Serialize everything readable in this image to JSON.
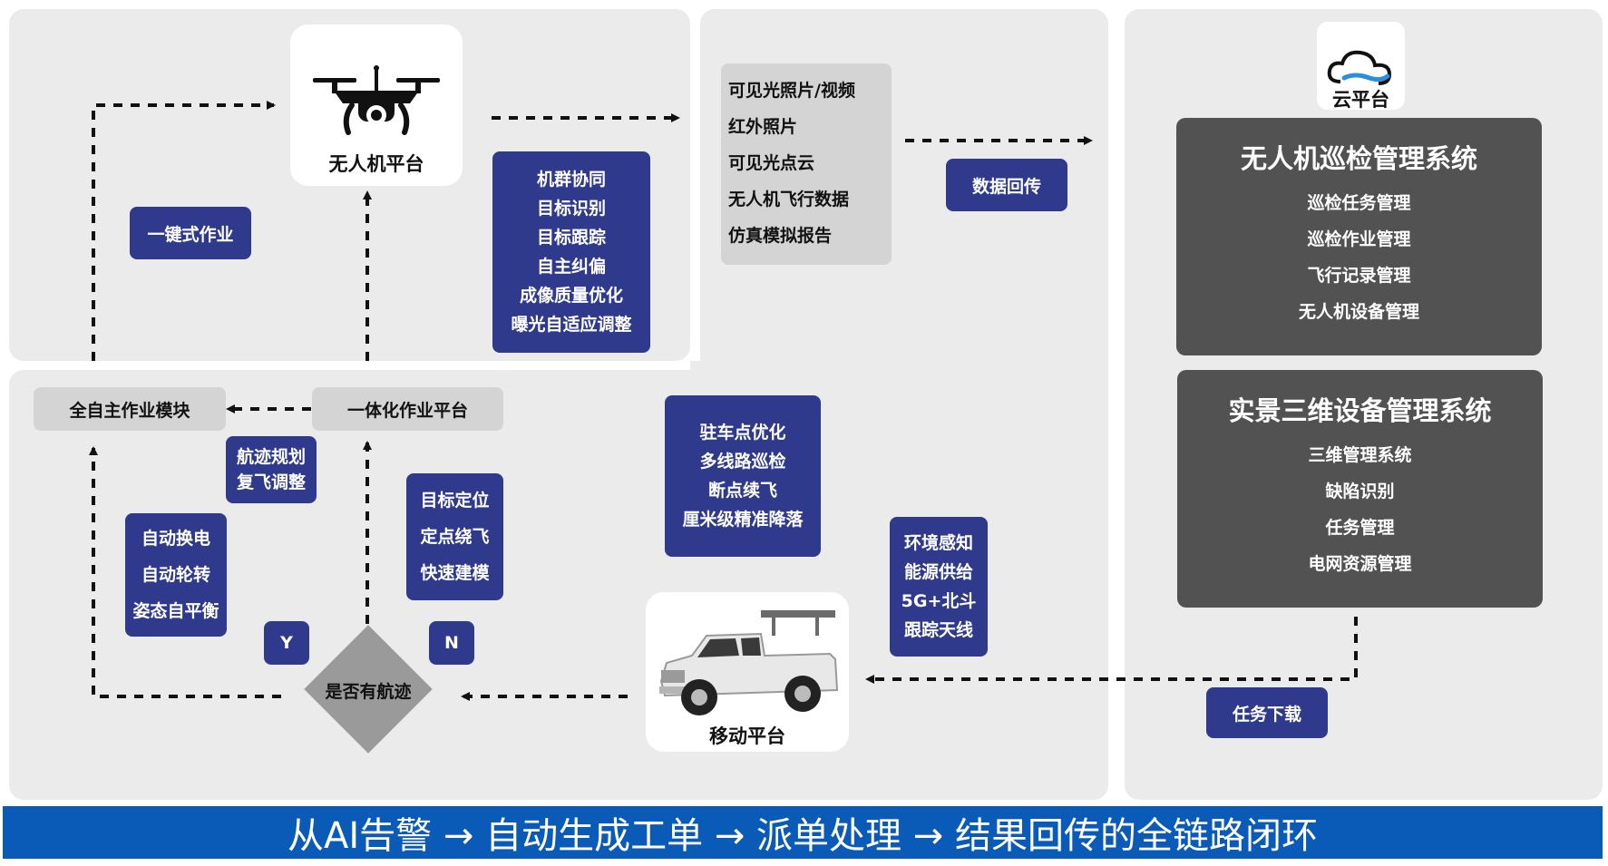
{
  "drone_platform": {
    "label": "无人机平台"
  },
  "one_click": {
    "label": "一键式作业"
  },
  "drone_capabilities": [
    "机群协同",
    "目标识别",
    "目标跟踪",
    "自主纠偏",
    "成像质量优化",
    "曝光自适应调整"
  ],
  "data_types": [
    "可见光照片/视频",
    "红外照片",
    "可见光点云",
    "无人机飞行数据",
    "仿真模拟报告"
  ],
  "data_return": {
    "label": "数据回传"
  },
  "cloud_platform": {
    "label": "云平台"
  },
  "inspection_system": {
    "title": "无人机巡检管理系统",
    "items": [
      "巡检任务管理",
      "巡检作业管理",
      "飞行记录管理",
      "无人机设备管理"
    ]
  },
  "realscene_system": {
    "title": "实景三维设备管理系统",
    "items": [
      "三维管理系统",
      "缺陷识别",
      "任务管理",
      "电网资源管理"
    ]
  },
  "autonomous_module": {
    "label": "全自主作业模块"
  },
  "integrated_platform": {
    "label": "一体化作业平台"
  },
  "route_planning": [
    "航迹规划",
    "复飞调整"
  ],
  "auto_functions": [
    "自动换电",
    "自动轮转",
    "姿态自平衡"
  ],
  "target_functions": [
    "目标定位",
    "定点绕飞",
    "快速建模"
  ],
  "parking_functions": [
    "驻车点优化",
    "多线路巡检",
    "断点续飞",
    "厘米级精准降落"
  ],
  "vehicle_functions": [
    "环境感知",
    "能源供给",
    "5G+北斗",
    "跟踪天线"
  ],
  "decision": {
    "label": "是否有航迹",
    "yes": "Y",
    "no": "N"
  },
  "mobile_platform": {
    "label": "移动平台"
  },
  "task_download": {
    "label": "任务下载"
  },
  "banner": {
    "text": "从AI告警 → 自动生成工单 → 派单处理 → 结果回传的全链路闭环"
  },
  "colors": {
    "accent_navy": "#2f3a8c",
    "dark_panel": "#525252",
    "banner_blue": "#0a5ab8",
    "cloud_blue": "#2a8fd8"
  }
}
